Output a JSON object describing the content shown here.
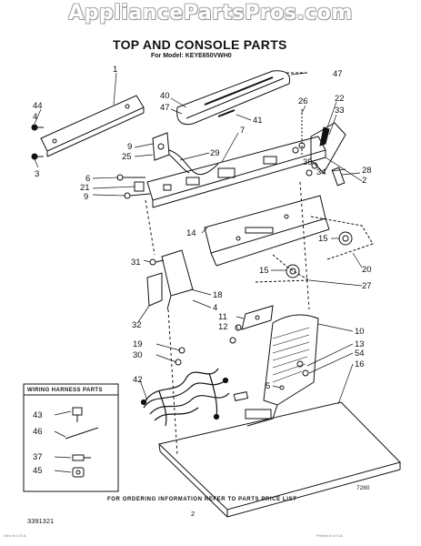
{
  "watermark": "AppliancePartsPros.com",
  "title": "TOP AND CONSOLE PARTS",
  "subtitle": "For Model: KEYE650VWH0",
  "wiring_harness_title": "WIRING HARNESS PARTS",
  "footer": {
    "doc_number": "3391321",
    "ordering_info": "FOR ORDERING INFORMATION REFER TO PARTS PRICE LIST",
    "page": "2",
    "diagram_code": "7280",
    "tiny_left": "Litho in U.S.A.",
    "tiny_right": "Printed in U.S.A."
  },
  "callouts": [
    "1",
    "44",
    "4",
    "3",
    "40",
    "47",
    "9",
    "25",
    "29",
    "41",
    "7",
    "6",
    "21",
    "9",
    "47",
    "26",
    "22",
    "33",
    "35",
    "34",
    "28",
    "2",
    "14",
    "15",
    "20",
    "31",
    "15",
    "27",
    "18",
    "4",
    "32",
    "11",
    "12",
    "10",
    "19",
    "30",
    "13",
    "54",
    "16",
    "42",
    "5",
    "43",
    "46",
    "37",
    "45"
  ]
}
